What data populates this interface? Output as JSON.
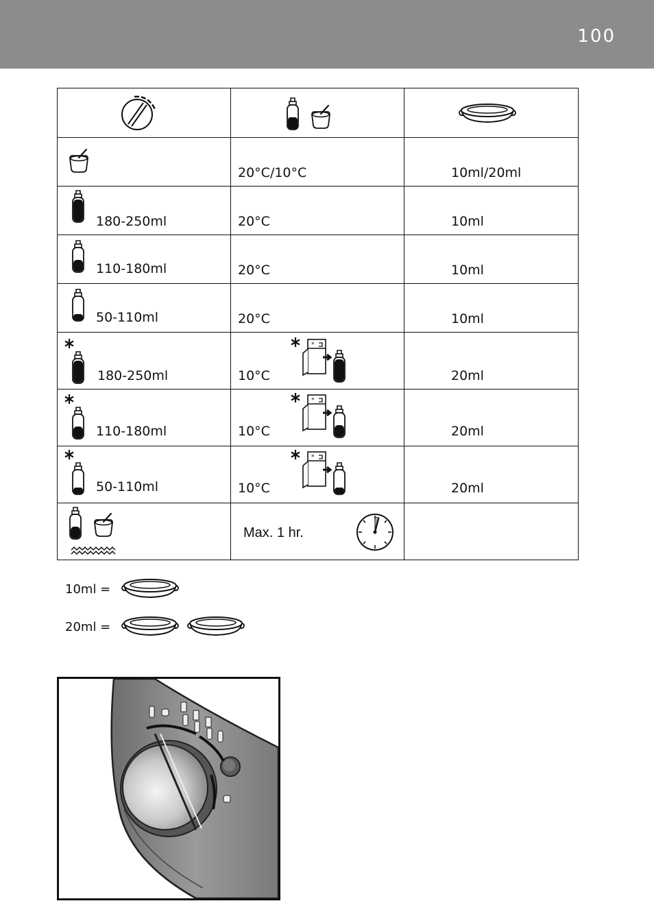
{
  "header": {
    "page_number": "100"
  },
  "table": {
    "columns": [
      {
        "icon": "dial-knob-icon"
      },
      {
        "icon": "bottle-and-food-jar-icon"
      },
      {
        "icon": "measuring-ring-icon"
      }
    ],
    "rows": [
      {
        "icon": "baby-food-jar-icon",
        "volume": "",
        "temperature": "20°C/10°C",
        "water": "10ml/20ml",
        "fridge": false
      },
      {
        "icon": "bottle-full-icon",
        "volume": "180-250ml",
        "temperature": "20°C",
        "water": "10ml",
        "fridge": false
      },
      {
        "icon": "bottle-half-icon",
        "volume": "110-180ml",
        "temperature": "20°C",
        "water": "10ml",
        "fridge": false
      },
      {
        "icon": "bottle-low-icon",
        "volume": "50-110ml",
        "temperature": "20°C",
        "water": "10ml",
        "fridge": false
      },
      {
        "icon": "cold-bottle-full-icon",
        "volume": "180-250ml",
        "temperature": "10°C",
        "water": "20ml",
        "fridge": true
      },
      {
        "icon": "cold-bottle-half-icon",
        "volume": "110-180ml",
        "temperature": "10°C",
        "water": "20ml",
        "fridge": true
      },
      {
        "icon": "cold-bottle-low-icon",
        "volume": "50-110ml",
        "temperature": "10°C",
        "water": "20ml",
        "fridge": true
      }
    ],
    "keep_warm": {
      "icon": "keep-warm-icon",
      "text": "Max. 1 hr.",
      "water": ""
    }
  },
  "legend": [
    {
      "label": "10ml =",
      "rings": 1
    },
    {
      "label": "20ml =",
      "rings": 2
    }
  ],
  "photo": {
    "icon": "bottle-warmer-dial-photo"
  }
}
